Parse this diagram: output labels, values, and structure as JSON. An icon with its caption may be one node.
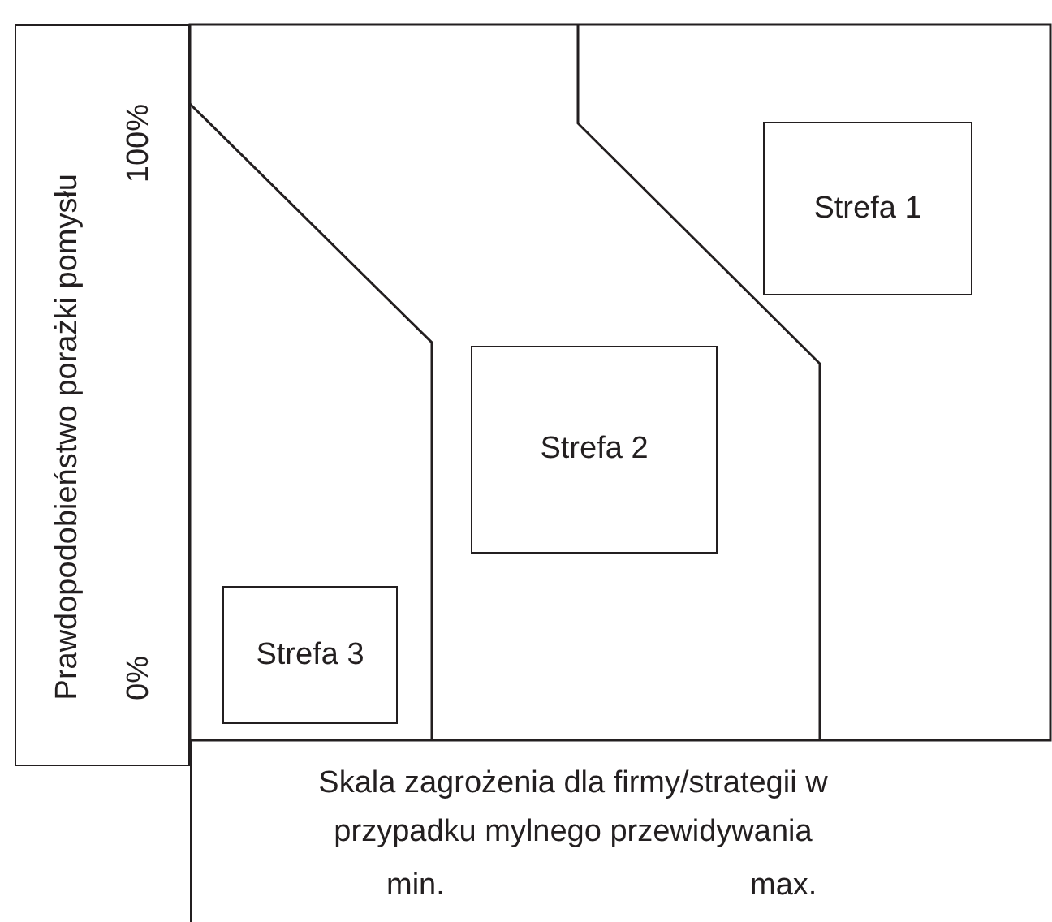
{
  "diagram": {
    "nodes": [
      {
        "text": [
          "Prawdopodobieństwo porażki pomysłu",
          "100%",
          "0%"
        ]
      },
      {
        "text": [
          "Strefa 1"
        ]
      },
      {
        "text": [
          "Strefa 2"
        ]
      },
      {
        "text": [
          "Strefa 3"
        ]
      },
      {
        "text": [
          "Skala zagrożenia dla firmy/strategii w przypadku mylnego przewidywania",
          "min.",
          "max."
        ]
      }
    ],
    "edges": []
  }
}
